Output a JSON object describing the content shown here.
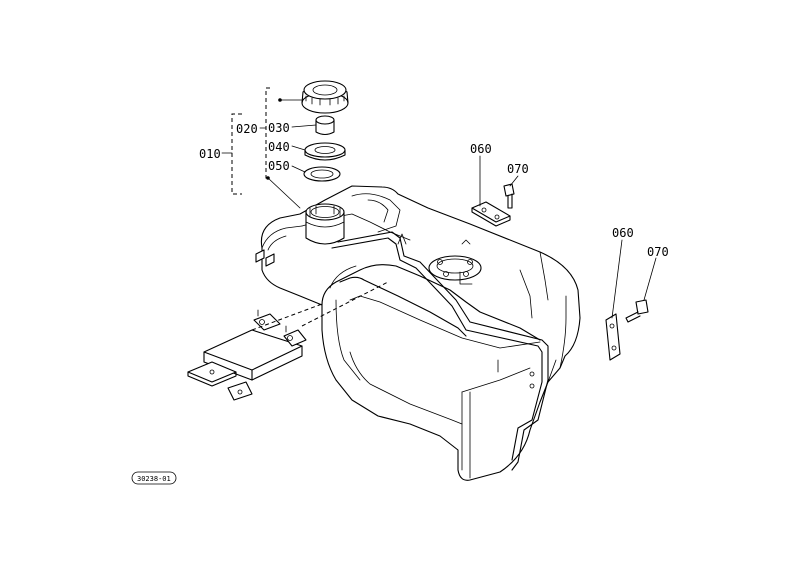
{
  "callouts": {
    "c010": "010",
    "c020": "020",
    "c030": "030",
    "c040": "040",
    "c050": "050",
    "c060_a": "060",
    "c070_a": "070",
    "c060_b": "060",
    "c070_b": "070"
  },
  "drawing_code": "30238-01"
}
